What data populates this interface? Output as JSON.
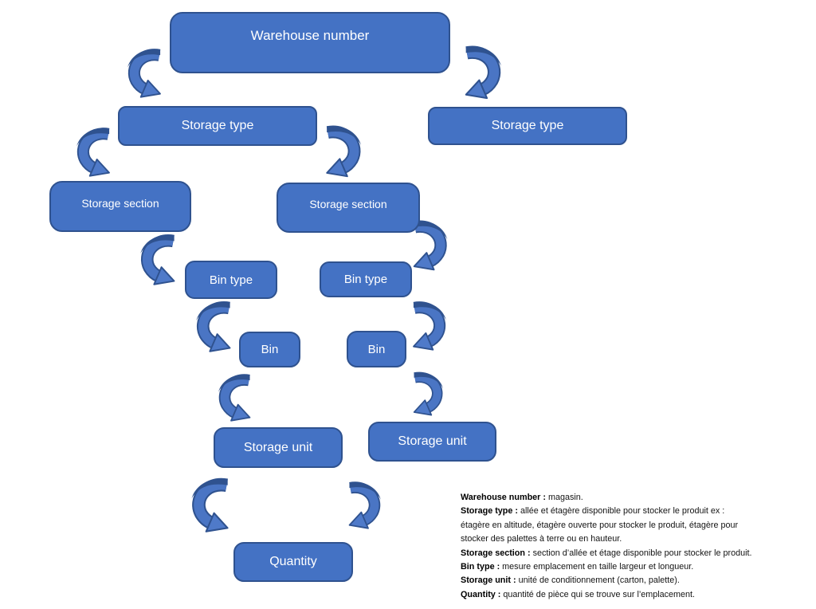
{
  "diagram": {
    "nodes": {
      "warehouse": {
        "label": "Warehouse number"
      },
      "storage_type_left": {
        "label": "Storage type"
      },
      "storage_type_right": {
        "label": "Storage type"
      },
      "storage_section_left": {
        "label": "Storage section"
      },
      "storage_section_mid": {
        "label": "Storage section"
      },
      "bin_type_left": {
        "label": "Bin type"
      },
      "bin_type_right": {
        "label": "Bin type"
      },
      "bin_left": {
        "label": "Bin"
      },
      "bin_right": {
        "label": "Bin"
      },
      "storage_unit_left": {
        "label": "Storage unit"
      },
      "storage_unit_right": {
        "label": "Storage unit"
      },
      "quantity": {
        "label": "Quantity"
      }
    },
    "edges": [
      {
        "from": "warehouse",
        "to": "storage_type_left"
      },
      {
        "from": "warehouse",
        "to": "storage_type_right"
      },
      {
        "from": "storage_type_left",
        "to": "storage_section_left"
      },
      {
        "from": "storage_type_left",
        "to": "storage_section_mid"
      },
      {
        "from": "storage_section_left",
        "to": "bin_type_left"
      },
      {
        "from": "storage_section_mid",
        "to": "bin_type_right"
      },
      {
        "from": "bin_type_left",
        "to": "bin_left"
      },
      {
        "from": "bin_type_right",
        "to": "bin_right"
      },
      {
        "from": "bin_left",
        "to": "storage_unit_left"
      },
      {
        "from": "bin_right",
        "to": "storage_unit_right"
      },
      {
        "from": "storage_unit_left",
        "to": "quantity"
      },
      {
        "from": "storage_unit_right",
        "to": "quantity"
      }
    ],
    "colors": {
      "node_fill": "#4472C4",
      "node_border": "#2F528F",
      "arrow_fill": "#4A75C4",
      "arrow_dark": "#2F528F",
      "node_text": "#FFFFFF",
      "definition_text": "#000000",
      "background": "#FFFFFF"
    }
  },
  "definitions": {
    "line1": {
      "bold": "Warehouse number :",
      "rest": " magasin."
    },
    "line2": {
      "bold": "Storage type :",
      "rest": " allée et étagère disponible pour stocker le produit ex :"
    },
    "line3": {
      "bold": "",
      "rest": "étagère en altitude, étagère ouverte pour stocker le produit, étagère pour"
    },
    "line4": {
      "bold": "",
      "rest": "stocker des palettes à terre ou en hauteur."
    },
    "line5": {
      "bold": "Storage section :",
      "rest": " section d’allée et étage disponible pour stocker le produit."
    },
    "line6": {
      "bold": "Bin type :",
      "rest": " mesure emplacement en taille largeur et longueur."
    },
    "line7": {
      "bold": "Storage unit :",
      "rest": " unité de conditionnement (carton, palette)."
    },
    "line8": {
      "bold": "Quantity :",
      "rest": " quantité de pièce qui se trouve sur l’emplacement."
    }
  }
}
